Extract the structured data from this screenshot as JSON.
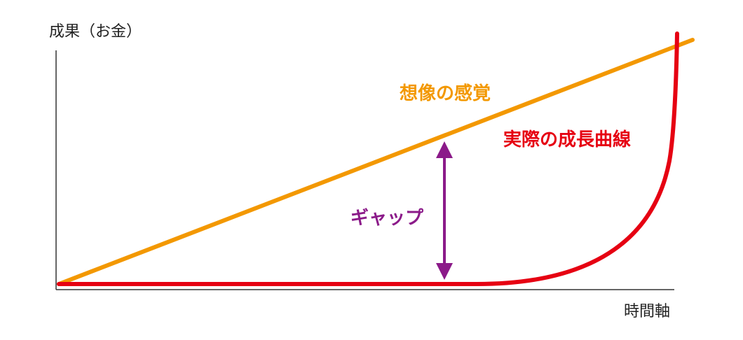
{
  "axes": {
    "y_label": "成果（お金）",
    "x_label": "時間軸"
  },
  "labels": {
    "expected": "想像の感覚",
    "actual": "実際の成長曲線",
    "gap": "ギャップ"
  },
  "colors": {
    "expected_line": "#F39800",
    "actual_curve": "#E60012",
    "gap_arrow": "#8B1A89",
    "axis": "#333333"
  }
}
